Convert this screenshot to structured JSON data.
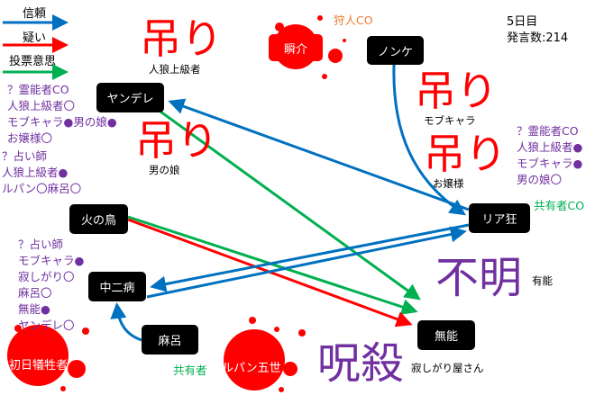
{
  "legend": {
    "trust": "信頼",
    "doubt": "疑い",
    "vote": "投票意思"
  },
  "colors": {
    "trust": "#0070c0",
    "doubt": "#ff0000",
    "vote": "#00b050",
    "purple": "#7030a0",
    "orange": "#ed7d31"
  },
  "status": {
    "day": "5日目",
    "posts": "発言数:214"
  },
  "nodes": {
    "shunsuke": "瞬介",
    "nonke": "ノンケ",
    "yandere": "ヤンデレ",
    "riakyo": "リア狂",
    "hinotori": "火の鳥",
    "chuni": "中二病",
    "maro": "麻呂",
    "muno": "無能",
    "first_victim": "初日犠牲者",
    "lupin": "ルパン五世"
  },
  "tags": {
    "hunter_co": "狩人CO",
    "sharer_co": "共有者CO",
    "sharer": "共有者"
  },
  "marks": {
    "hang1": {
      "label": "吊り",
      "sub": "人狼上級者"
    },
    "hang2": {
      "label": "吊り",
      "sub": "男の娘"
    },
    "hang3": {
      "label": "吊り",
      "sub": "モブキャラ"
    },
    "hang4": {
      "label": "吊り",
      "sub": "お嬢様"
    },
    "unknown": {
      "label": "不明",
      "sub": "有能"
    },
    "cursed": {
      "label": "呪殺",
      "sub": "寂しがり屋さん"
    }
  },
  "results_yandere": [
    "？霊能者CO",
    "人狼上級者〇",
    "モブキャラ●男の娘●",
    "お嬢様〇"
  ],
  "results_left": [
    "？占い師",
    "人狼上級者●",
    "ルパン〇麻呂〇"
  ],
  "results_riakyo": [
    "？霊能者CO",
    "人狼上級者●",
    "モブキャラ●",
    "男の娘〇"
  ],
  "results_chuni": [
    "？占い師",
    "モブキャラ●",
    "寂しがり〇",
    "麻呂〇",
    "無能●",
    "ヤンデレ〇"
  ]
}
